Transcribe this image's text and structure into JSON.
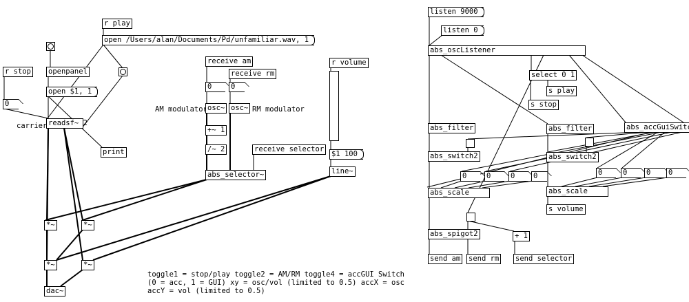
{
  "left": {
    "r_play": "r play",
    "open_file_msg": "open /Users/alan/Documents/Pd/unfamiliar.wav, 1",
    "r_stop": "r stop",
    "openpanel": "openpanel",
    "open_msg": "open $1, 1",
    "stop_number": "0",
    "readsf": "readsf~ 2",
    "carrier_label": "carrier",
    "print": "print",
    "receive_am": "receive am",
    "receive_rm": "receive rm",
    "am_number": "0",
    "rm_number": "0",
    "osc_am": "osc~",
    "osc_rm": "osc~",
    "am_label": "AM modulator",
    "rm_label": "RM modulator",
    "plus1": "+~ 1",
    "div2": "/~ 2",
    "receive_selector": "receive selector",
    "abs_selector": "abs_selector~",
    "r_volume": "r volume",
    "volume_msg": "$1 100",
    "line": "line~",
    "mul": [
      "*~",
      "*~",
      "*~",
      "*~"
    ],
    "dac": "dac~",
    "comment": "toggle1 = stop/play toggle2 = AM/RM toggle4 = accGUI Switch\n(0 = acc, 1 = GUI) xy = osc/vol (limited to 0.5) accX = osc\naccY = vol (limited to 0.5)"
  },
  "right": {
    "listen_9000": "listen 9000",
    "listen_0": "listen 0",
    "osc_listener": "abs_oscListener",
    "select": "select 0 1",
    "s_play": "s play",
    "s_stop": "s stop",
    "filter1": "abs_filter",
    "filter2": "abs_filter",
    "acc_gui_switch": "abs_accGuiSwitch",
    "switch2_1": "abs_switch2",
    "switch2_2": "abs_switch2",
    "numbers_left": [
      "0",
      "0",
      "0",
      "0"
    ],
    "numbers_right": [
      "0",
      "0",
      "0",
      "0"
    ],
    "scale1": "abs_scale",
    "scale2": "abs_scale",
    "s_volume": "s volume",
    "spigot": "abs_spigot2",
    "plus_one": "+ 1",
    "send_am": "send am",
    "send_rm": "send rm",
    "send_selector": "send selector"
  }
}
